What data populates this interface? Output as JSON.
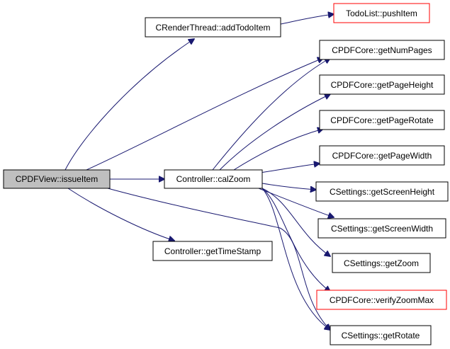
{
  "graph": {
    "colors": {
      "edge": "#191970",
      "node_border": "#000000",
      "node_border_highlight": "#ff0000",
      "root_fill": "#bfbfbf",
      "node_fill": "#ffffff"
    },
    "nodes": {
      "cpdfview_issueitem": {
        "label": "CPDFView::issueItem",
        "style": "root"
      },
      "crenderthread_addtodoitem": {
        "label": "CRenderThread::addTodoItem",
        "style": "normal"
      },
      "todolist_pushitem": {
        "label": "TodoList::pushItem",
        "style": "highlight"
      },
      "cpdfcore_getnumpages": {
        "label": "CPDFCore::getNumPages",
        "style": "normal"
      },
      "cpdfcore_getpageheight": {
        "label": "CPDFCore::getPageHeight",
        "style": "normal"
      },
      "cpdfcore_getpagerotate": {
        "label": "CPDFCore::getPageRotate",
        "style": "normal"
      },
      "cpdfcore_getpagewidth": {
        "label": "CPDFCore::getPageWidth",
        "style": "normal"
      },
      "controller_calzoom": {
        "label": "Controller::calZoom",
        "style": "normal"
      },
      "csettings_getscreenheight": {
        "label": "CSettings::getScreenHeight",
        "style": "normal"
      },
      "csettings_getscreenwidth": {
        "label": "CSettings::getScreenWidth",
        "style": "normal"
      },
      "controller_gettimestamp": {
        "label": "Controller::getTimeStamp",
        "style": "normal"
      },
      "csettings_getzoom": {
        "label": "CSettings::getZoom",
        "style": "normal"
      },
      "cpdfcore_verifyzoommax": {
        "label": "CPDFCore::verifyZoomMax",
        "style": "highlight"
      },
      "csettings_getrotate": {
        "label": "CSettings::getRotate",
        "style": "normal"
      }
    },
    "edges": [
      {
        "from": "cpdfview_issueitem",
        "to": "crenderthread_addtodoitem"
      },
      {
        "from": "crenderthread_addtodoitem",
        "to": "todolist_pushitem"
      },
      {
        "from": "cpdfview_issueitem",
        "to": "cpdfcore_getnumpages"
      },
      {
        "from": "cpdfview_issueitem",
        "to": "controller_calzoom"
      },
      {
        "from": "cpdfview_issueitem",
        "to": "controller_gettimestamp"
      },
      {
        "from": "cpdfview_issueitem",
        "to": "csettings_getrotate"
      },
      {
        "from": "controller_calzoom",
        "to": "cpdfcore_getnumpages"
      },
      {
        "from": "controller_calzoom",
        "to": "cpdfcore_getpageheight"
      },
      {
        "from": "controller_calzoom",
        "to": "cpdfcore_getpagerotate"
      },
      {
        "from": "controller_calzoom",
        "to": "cpdfcore_getpagewidth"
      },
      {
        "from": "controller_calzoom",
        "to": "csettings_getscreenheight"
      },
      {
        "from": "controller_calzoom",
        "to": "csettings_getscreenwidth"
      },
      {
        "from": "controller_calzoom",
        "to": "csettings_getzoom"
      },
      {
        "from": "controller_calzoom",
        "to": "cpdfcore_verifyzoommax"
      },
      {
        "from": "controller_calzoom",
        "to": "csettings_getrotate"
      }
    ]
  }
}
